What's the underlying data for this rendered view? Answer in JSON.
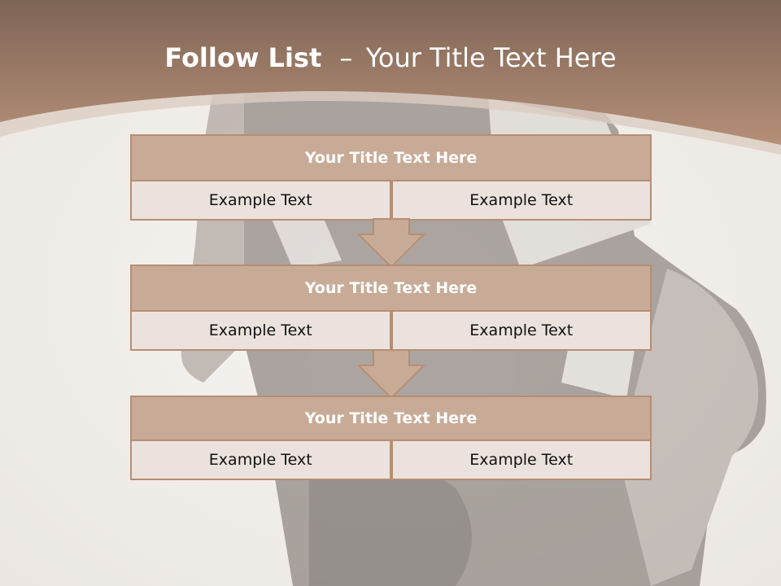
{
  "slide": {
    "title_bold": "Follow List",
    "title_dash": "–",
    "title_rest": "Your Title Text Here",
    "blocks": [
      {
        "title": "Your Title Text Here",
        "left": "Example Text",
        "right": "Example Text"
      },
      {
        "title": "Your Title Text Here",
        "left": "Example Text",
        "right": "Example Text"
      },
      {
        "title": "Your Title Text Here",
        "left": "Example Text",
        "right": "Example Text"
      }
    ]
  },
  "colors": {
    "header_band": "#9a7563",
    "block_header": "#c8ab97",
    "block_cell": "#ebe2dd",
    "border": "#b68e73"
  }
}
